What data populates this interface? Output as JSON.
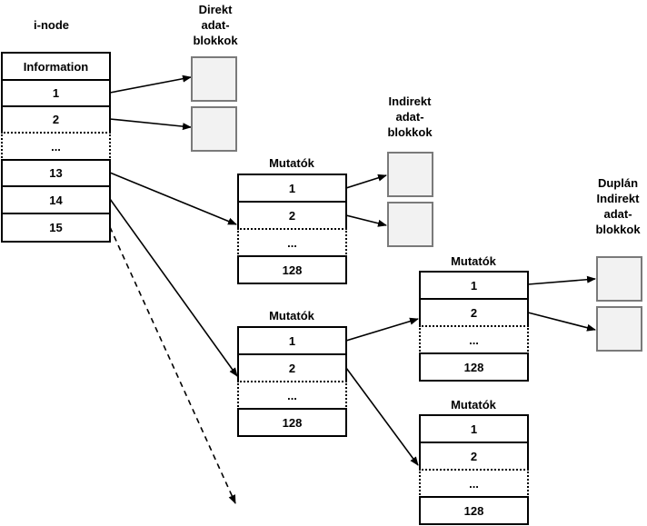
{
  "inode": {
    "title": "i-node",
    "cells": [
      "Information",
      "1",
      "2",
      "...",
      "13",
      "14",
      "15"
    ]
  },
  "labels": {
    "direct": [
      "Direkt",
      "adat-",
      "blokkok"
    ],
    "indirect": [
      "Indirekt",
      "adat-",
      "blokkok"
    ],
    "double_indirect": [
      "Duplán",
      "Indirekt",
      "adat-",
      "blokkok"
    ]
  },
  "pointer_tables": [
    {
      "title": "Mutatók",
      "cells": [
        "1",
        "2",
        "...",
        "128"
      ]
    },
    {
      "title": "Mutatók",
      "cells": [
        "1",
        "2",
        "...",
        "128"
      ]
    },
    {
      "title": "Mutatók",
      "cells": [
        "1",
        "2",
        "...",
        "128"
      ]
    },
    {
      "title": "Mutatók",
      "cells": [
        "1",
        "2",
        "...",
        "128"
      ]
    }
  ],
  "colors": {
    "line": "#000000",
    "block_fill": "#f2f2f2",
    "block_border": "#7a7a7a"
  }
}
